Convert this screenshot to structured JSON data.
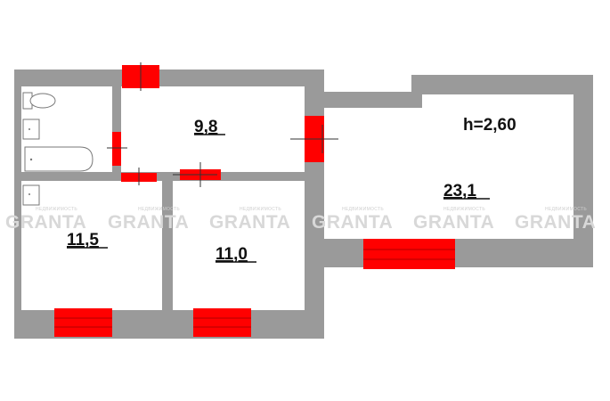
{
  "plan": {
    "height_label": "h=2,60",
    "rooms": [
      {
        "id": "room-large",
        "area": "23,1"
      },
      {
        "id": "room-hall",
        "area": "9,8"
      },
      {
        "id": "room-left",
        "area": "11,5"
      },
      {
        "id": "room-middle",
        "area": "11,0"
      }
    ]
  },
  "watermark": {
    "brand": "GRANTA",
    "tagline": "НЕДВИЖИМОСТЬ"
  },
  "colors": {
    "wall": "#9a9a9a",
    "window": "#ff0000",
    "fixture_stroke": "#777777"
  }
}
